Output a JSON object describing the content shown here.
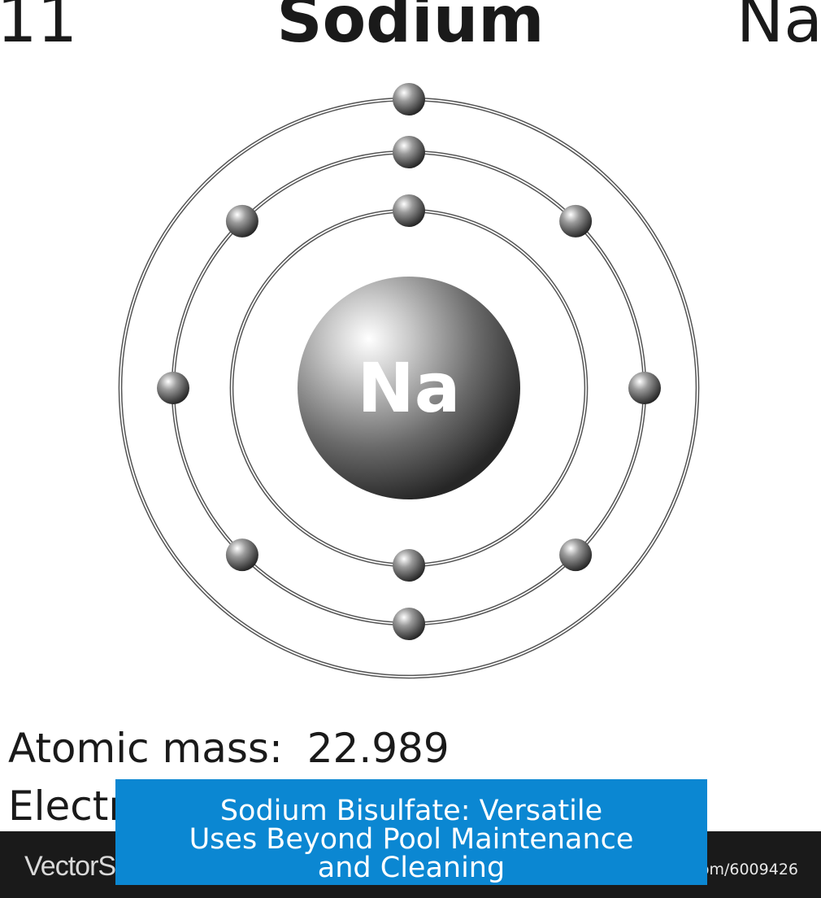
{
  "element": {
    "atomic_number": "11",
    "name": "Sodium",
    "symbol": "Na",
    "nucleus_label": "Na"
  },
  "shells": [
    {
      "electrons": 2
    },
    {
      "electrons": 8
    },
    {
      "electrons": 1
    }
  ],
  "info": {
    "atomic_mass_label": "Atomic mass:",
    "atomic_mass_value": "22.989",
    "electron_config_partial": "Electr"
  },
  "footer": {
    "brand_partial": "VectorS",
    "url_partial": "om/6009426"
  },
  "banner": {
    "line1": "Sodium Bisulfate: Versatile",
    "line2": "Uses Beyond Pool Maintenance",
    "line3": "and Cleaning"
  },
  "colors": {
    "banner": "#0b87d2",
    "footer": "#1a1a1a",
    "orbit": "#555555",
    "text": "#1a1a1a"
  }
}
